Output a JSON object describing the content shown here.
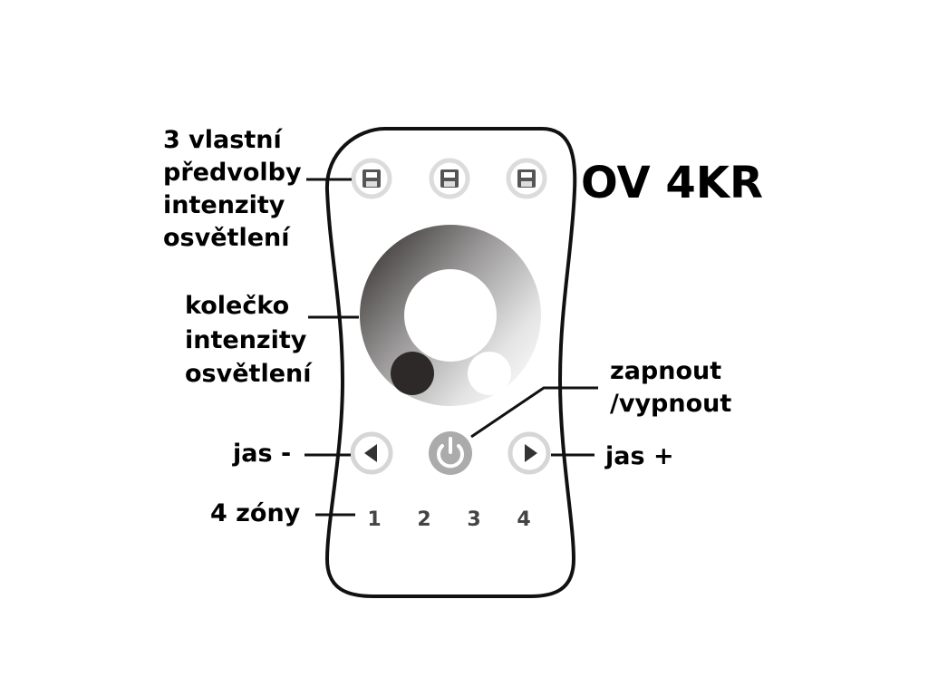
{
  "model_name": "OV 4KR",
  "labels": {
    "presets": [
      "3 vlastní",
      "předvolby",
      "intenzity",
      "osvětlení"
    ],
    "wheel": [
      "kolečko",
      "intenzity",
      "osvětlení"
    ],
    "power": [
      "zapnout",
      "/vypnout"
    ],
    "brightness_down": "jas -",
    "brightness_up": "jas +",
    "zones": "4 zóny"
  },
  "zone_numbers": [
    "1",
    "2",
    "3",
    "4"
  ],
  "icons": {
    "preset": "floppy-disk-icon",
    "power": "power-icon",
    "left": "triangle-left-icon",
    "right": "triangle-right-icon"
  },
  "colors": {
    "outline": "#111111",
    "button_ring": "#d9d9d9",
    "power_fill": "#aaaaaa",
    "wheel_dark": "#2a2525",
    "wheel_light": "#fafafa"
  }
}
